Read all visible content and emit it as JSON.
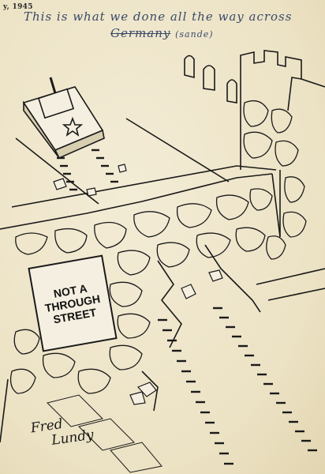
{
  "stamp": "y, 1945",
  "caption": {
    "line1": "This is what we done all the way across",
    "crossed_word": "Germany",
    "small_note": "(sande)"
  },
  "sign": {
    "line1": "NOT A",
    "line2": "THROUGH",
    "line3": "STREET"
  },
  "signature": {
    "first": "Fred",
    "last": "Lundy"
  },
  "colors": {
    "paper": "#efe6cc",
    "ink": "#1a1a1a",
    "pencil": "#3a4a6a"
  },
  "icons": [
    "tank-icon",
    "star-icon"
  ]
}
